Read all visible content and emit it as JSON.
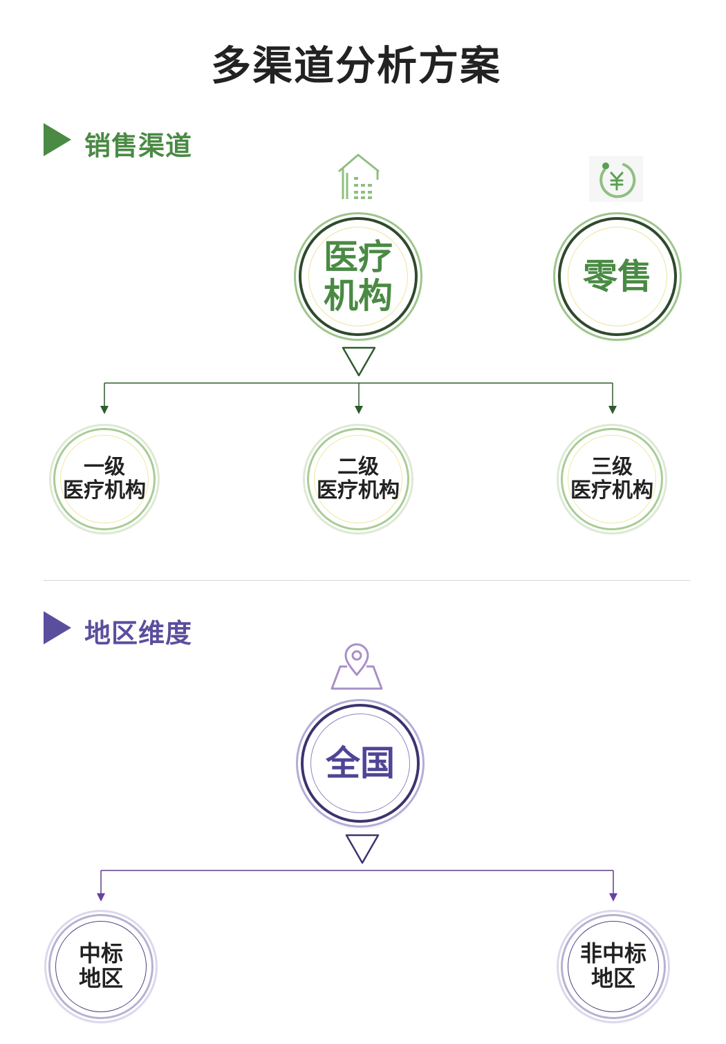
{
  "title": "多渠道分析方案",
  "sections": {
    "sales": {
      "label": "销售渠道",
      "color": "#4a8a44",
      "icons": {
        "hospital": "building-icon",
        "retail": "yuan-coin-icon"
      },
      "medical": {
        "line1": "医疗",
        "line2": "机构"
      },
      "retail": {
        "text": "零售"
      },
      "children": [
        {
          "line1": "一级",
          "line2": "医疗机构"
        },
        {
          "line1": "二级",
          "line2": "医疗机构"
        },
        {
          "line1": "三级",
          "line2": "医疗机构"
        }
      ]
    },
    "region": {
      "label": "地区维度",
      "color": "#5a4e9e",
      "icons": {
        "location": "map-pin-icon"
      },
      "national": {
        "text": "全国"
      },
      "children": [
        {
          "line1": "中标",
          "line2": "地区"
        },
        {
          "line1": "非中标",
          "line2": "地区"
        }
      ]
    }
  },
  "connector_colors": {
    "green": "#2f5a2c",
    "purple": "#5b3d8c"
  }
}
